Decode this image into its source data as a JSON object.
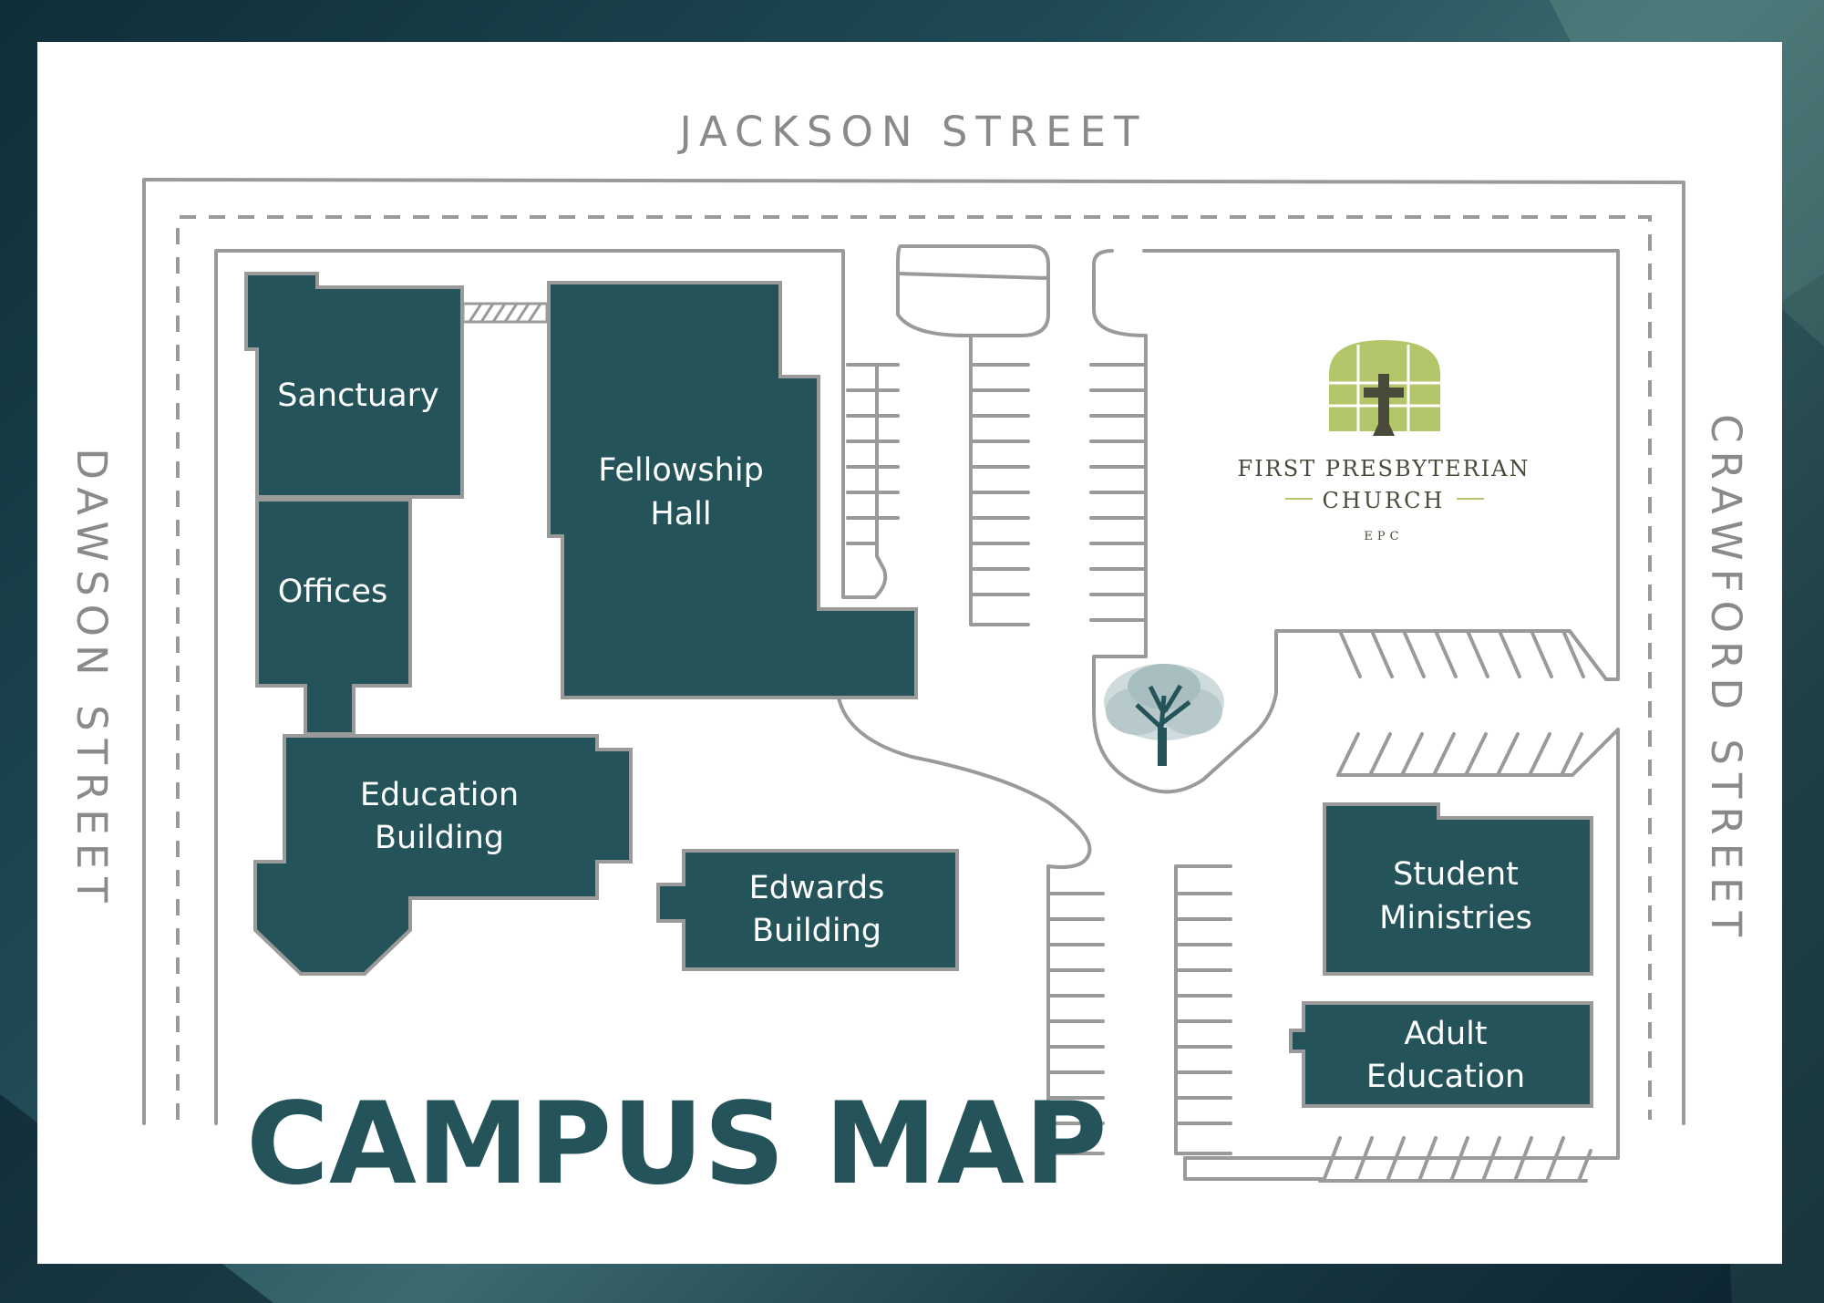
{
  "streets": {
    "north": "JACKSON STREET",
    "west": "DAWSON STREET",
    "east": "CRAWFORD STREET"
  },
  "buildings": {
    "sanctuary": "Sanctuary",
    "offices": "Offices",
    "fellowship_line1": "Fellowship",
    "fellowship_line2": "Hall",
    "education_line1": "Education",
    "education_line2": "Building",
    "edwards_line1": "Edwards",
    "edwards_line2": "Building",
    "student_line1": "Student",
    "student_line2": "Ministries",
    "adult_line1": "Adult",
    "adult_line2": "Education"
  },
  "logo": {
    "line1": "FIRST PRESBYTERIAN",
    "line2": "CHURCH",
    "line3": "EPC"
  },
  "title": "CAMPUS MAP",
  "colors": {
    "building": "#245459",
    "outline": "#9a9a9a",
    "logo_green": "#b4c66a",
    "paper": "#ffffff"
  },
  "icons": [
    "tree-icon",
    "cross-window-icon"
  ]
}
